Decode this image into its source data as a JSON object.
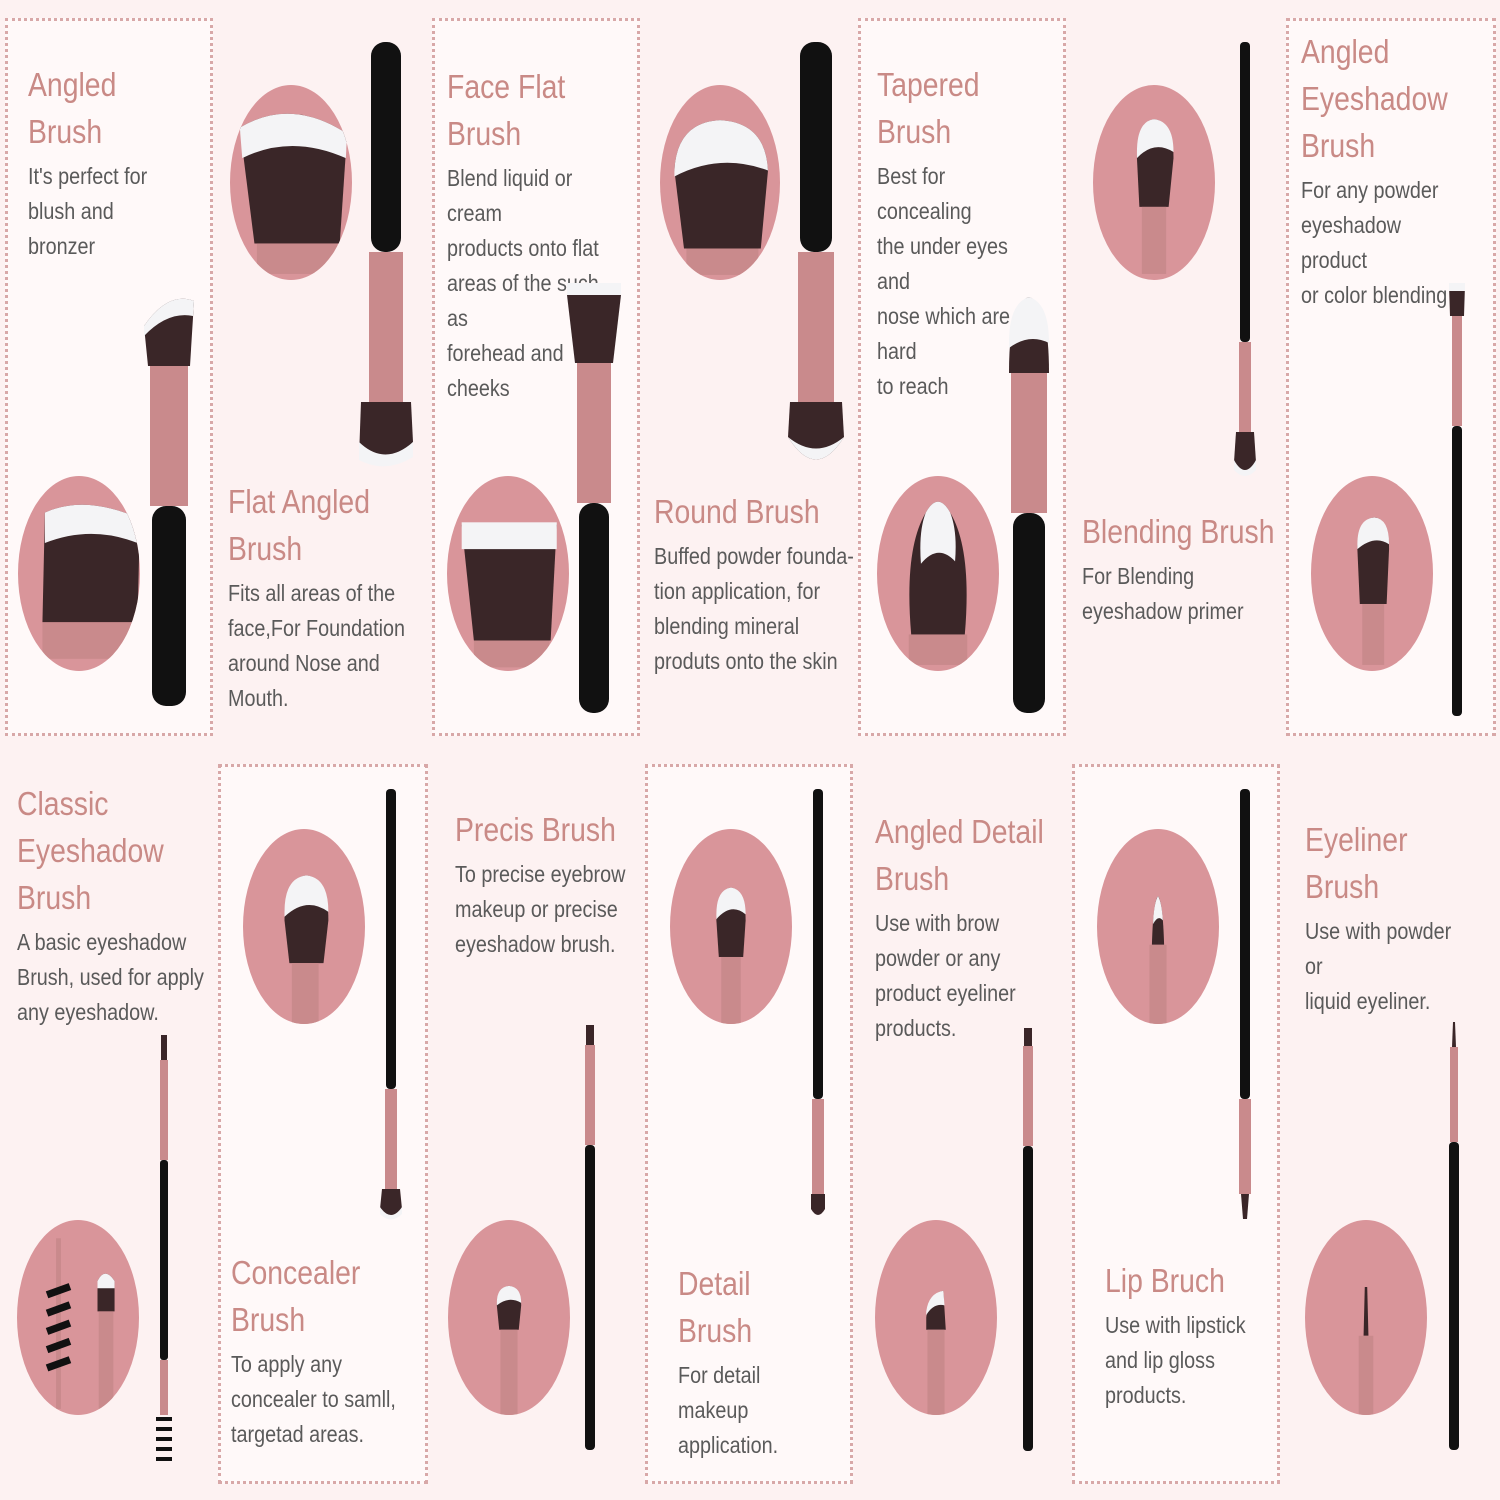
{
  "colors": {
    "accent": "#c98a86",
    "rose": "#d9959a",
    "ferrule": "#c98a8c",
    "handle": "#111111",
    "text": "#5a5a5a",
    "background": "#fdf2f2"
  },
  "brushes": [
    {
      "title": "Angled Brush",
      "desc": "It's perfect for\nblush and\nbronzer"
    },
    {
      "title": "Flat Angled\nBrush",
      "desc": "Fits all areas of the\nface,For Foundation\naround Nose and\nMouth."
    },
    {
      "title": "Face Flat Brush",
      "desc": "Blend liquid or cream\nproducts onto flat\nareas of the such as\nforehead and cheeks"
    },
    {
      "title": "Round Brush",
      "desc": "Buffed powder founda-\ntion application, for\nblending mineral\nproduts onto the skin"
    },
    {
      "title": "Tapered Brush",
      "desc": "Best for concealing\nthe under eyes and\nnose which are hard\nto reach"
    },
    {
      "title": "Blending Brush",
      "desc": "For Blending\neyeshadow primer"
    },
    {
      "title": "Angled\nEyeshadow\nBrush",
      "desc": "For any powder\neyeshadow product\nor color blending"
    },
    {
      "title": "Classic\nEyeshadow\nBrush",
      "desc": "A basic eyeshadow\nBrush, used for apply\nany eyeshadow."
    },
    {
      "title": "Concealer Brush",
      "desc": "To apply any\nconcealer to samll,\ntargetad areas."
    },
    {
      "title": "Precis Brush",
      "desc": "To precise eyebrow\nmakeup or precise\neyeshadow brush."
    },
    {
      "title": "Detail Brush",
      "desc": "For detail makeup\napplication."
    },
    {
      "title": "Angled Detail\nBrush",
      "desc": "Use with brow\npowder or any\nproduct eyeliner\nproducts."
    },
    {
      "title": "Lip Bruch",
      "desc": "Use with lipstick\nand lip gloss\nproducts."
    },
    {
      "title": "Eyeliner Brush",
      "desc": "Use with powder or\nliquid eyeliner."
    }
  ]
}
